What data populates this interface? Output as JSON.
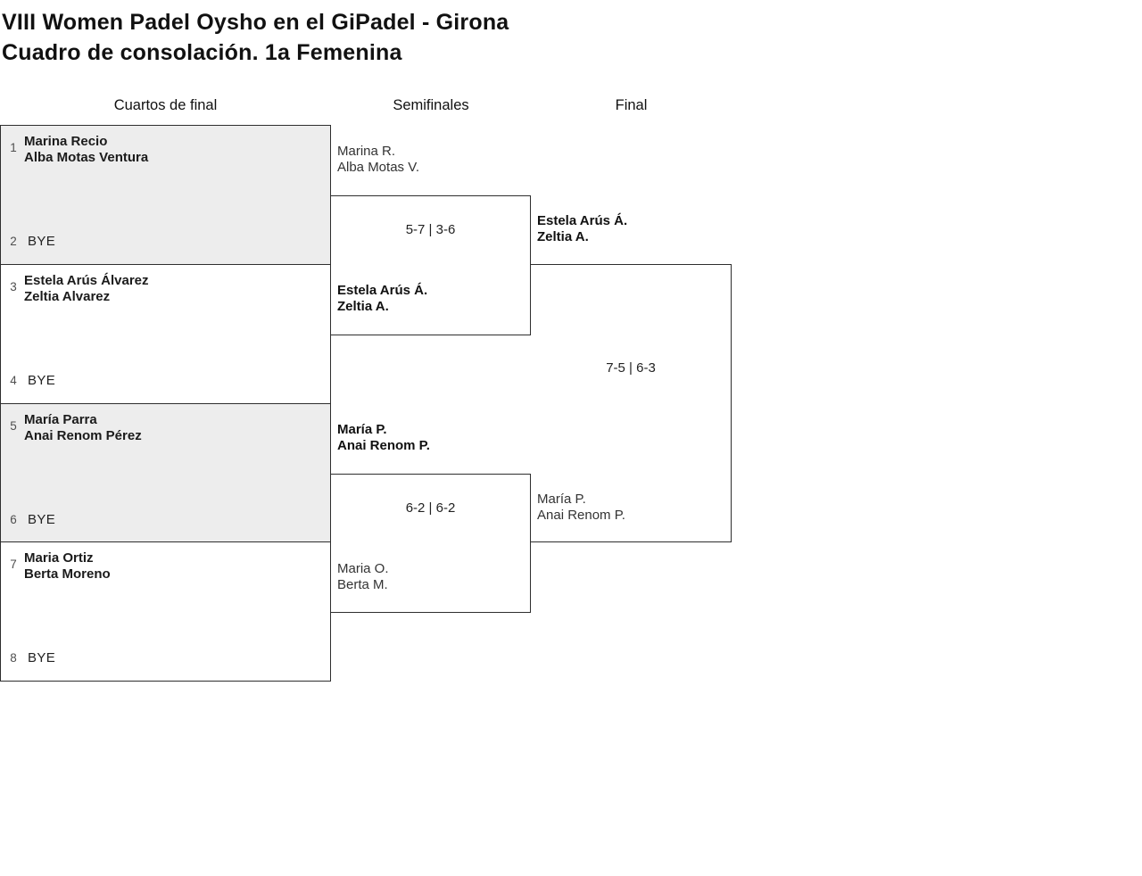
{
  "header": {
    "title_line1": "VIII Women Padel Oysho en el GiPadel - Girona",
    "title_line2": "Cuadro de consolación. 1a Femenina"
  },
  "columns": [
    {
      "label": "Cuartos de final"
    },
    {
      "label": "Semifinales"
    },
    {
      "label": "Final"
    }
  ],
  "quarterfinals": [
    {
      "top": {
        "seed": "1",
        "player1": "Marina Recio",
        "player2": "Alba Motas Ventura"
      },
      "bottom": {
        "seed": "2",
        "bye": "BYE"
      }
    },
    {
      "top": {
        "seed": "3",
        "player1": "Estela Arús Álvarez",
        "player2": "Zeltia Alvarez"
      },
      "bottom": {
        "seed": "4",
        "bye": "BYE"
      }
    },
    {
      "top": {
        "seed": "5",
        "player1": "María Parra",
        "player2": "Anai Renom Pérez"
      },
      "bottom": {
        "seed": "6",
        "bye": "BYE"
      }
    },
    {
      "top": {
        "seed": "7",
        "player1": "Maria Ortiz",
        "player2": "Berta Moreno"
      },
      "bottom": {
        "seed": "8",
        "bye": "BYE"
      }
    }
  ],
  "semifinals": [
    {
      "score": "5-7 | 3-6",
      "top_team": {
        "player1": "Marina R.",
        "player2": "Alba Motas V.",
        "winner": false
      },
      "bottom_team": {
        "player1": "Estela Arús Á.",
        "player2": "Zeltia A.",
        "winner": true
      }
    },
    {
      "score": "6-2 | 6-2",
      "top_team": {
        "player1": "María P.",
        "player2": "Anai Renom P.",
        "winner": true
      },
      "bottom_team": {
        "player1": "Maria O.",
        "player2": "Berta M.",
        "winner": false
      }
    }
  ],
  "final": {
    "score": "7-5 | 6-3",
    "top_team": {
      "player1": "Estela Arús Á.",
      "player2": "Zeltia A.",
      "winner": true
    },
    "bottom_team": {
      "player1": "María P.",
      "player2": "Anai Renom P.",
      "winner": false
    }
  },
  "colors": {
    "shaded_box_background": "#ededed",
    "border": "#2e2e2e",
    "text": "#1b1b1b"
  }
}
